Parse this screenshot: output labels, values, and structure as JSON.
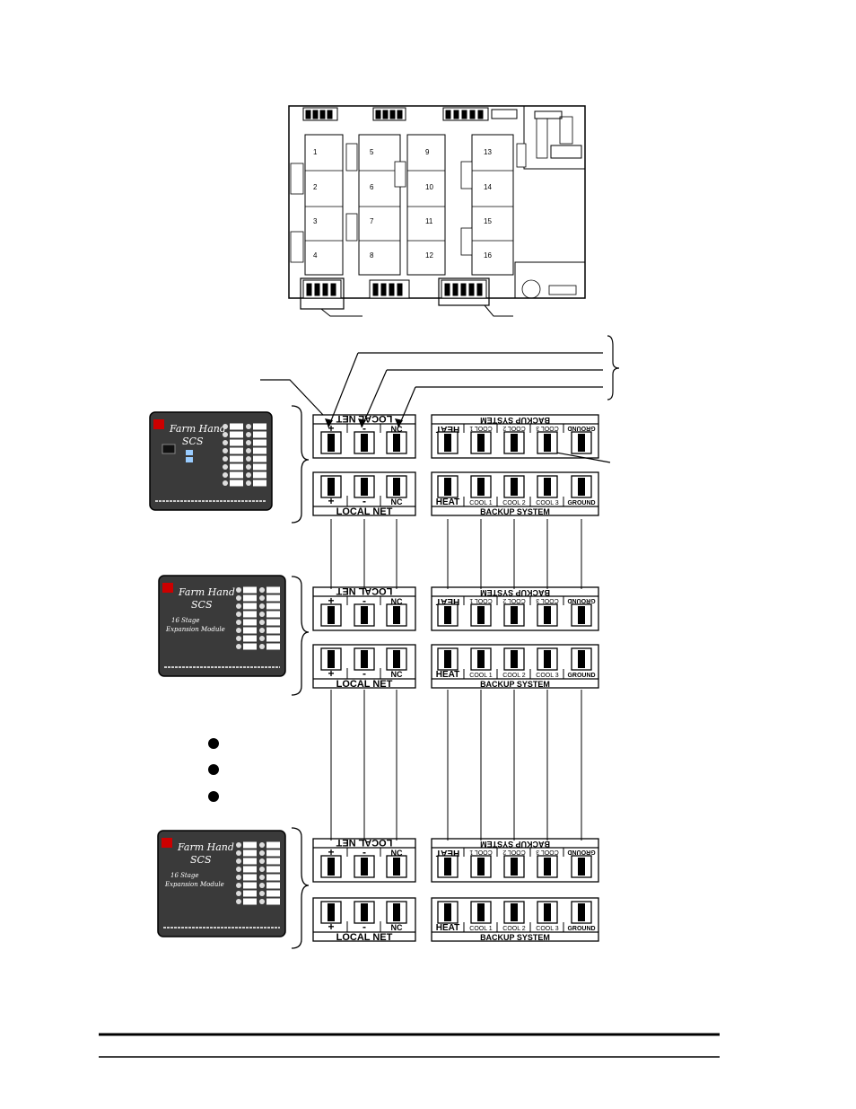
{
  "board": {
    "relay_numbers": [
      "1",
      "2",
      "3",
      "4",
      "5",
      "6",
      "7",
      "8",
      "9",
      "10",
      "11",
      "12",
      "13",
      "14",
      "15",
      "16"
    ]
  },
  "panels": [
    {
      "brand": "Farm Hand",
      "model": "SCS",
      "subtitle": ""
    },
    {
      "brand": "Farm Hand",
      "model": "SCS",
      "subtitle": "16 Stage Expansion Module"
    },
    {
      "brand": "Farm Hand",
      "model": "SCS",
      "subtitle": "16 Stage Expansion Module"
    }
  ],
  "local_net": {
    "title": "LOCAL NET",
    "terminals": [
      "+",
      "-",
      "NC"
    ]
  },
  "backup_system": {
    "title": "BACKUP SYSTEM",
    "terminals": [
      "HEAT",
      "COOL 1",
      "COOL 2",
      "COOL 3",
      "GROUND"
    ]
  }
}
